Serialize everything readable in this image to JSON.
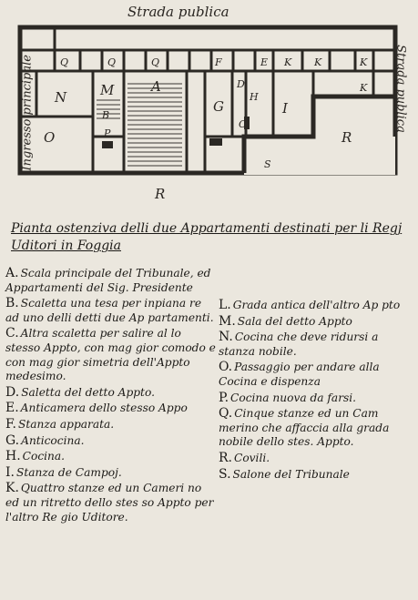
{
  "streets": {
    "top": "Strada publica",
    "left": "Ingresso principale",
    "right": "Strada publica"
  },
  "plan_labels": {
    "N": "N",
    "M": "M",
    "A": "A",
    "O": "O",
    "P": "P",
    "B": "B",
    "G": "G",
    "D": "D",
    "I": "I",
    "C": "C",
    "S": "S",
    "R1": "R",
    "R2": "R",
    "Q": "Q",
    "F": "F",
    "E": "E",
    "K": "K",
    "H": "H"
  },
  "title": "Pianta ostenziva delli due Appartamenti destinati per li Regj Uditori in Foggia",
  "legend_left": [
    {
      "key": "A.",
      "text": "Scala principale del Tribunale, ed Appartamenti del Sig. Presidente"
    },
    {
      "key": "B.",
      "text": "Scaletta una tesa per inpiana re ad uno delli detti due Ap partamenti."
    },
    {
      "key": "C.",
      "text": "Altra scaletta per salire al lo stesso Appto, con mag gior comodo e con mag gior simetria dell'Appto medesimo."
    },
    {
      "key": "D.",
      "text": "Saletta del detto Appto."
    },
    {
      "key": "E.",
      "text": "Anticamera dello stesso Appo"
    },
    {
      "key": "F.",
      "text": "Stanza apparata."
    },
    {
      "key": "G.",
      "text": "Anticocina."
    },
    {
      "key": "H.",
      "text": "Cocina."
    },
    {
      "key": "I.",
      "text": "Stanza de Campoj."
    },
    {
      "key": "K.",
      "text": "Quattro stanze ed un Cameri no ed un ritretto dello stes so Appto per l'altro Re gio Uditore."
    }
  ],
  "legend_right": [
    {
      "key": "L.",
      "text": "Grada antica dell'altro Ap pto"
    },
    {
      "key": "M.",
      "text": "Sala del detto Appto"
    },
    {
      "key": "N.",
      "text": "Cocina che deve ridursi a stanza nobile."
    },
    {
      "key": "O.",
      "text": "Passaggio per andare alla Cocina e dispenza"
    },
    {
      "key": "P.",
      "text": "Cocina nuova da farsi."
    },
    {
      "key": "Q.",
      "text": "Cinque stanze ed un Cam merino che affaccia alla grada nobile dello stes. Appto."
    },
    {
      "key": "R.",
      "text": "Covili."
    },
    {
      "key": "S.",
      "text": "Salone del Tribunale"
    }
  ]
}
